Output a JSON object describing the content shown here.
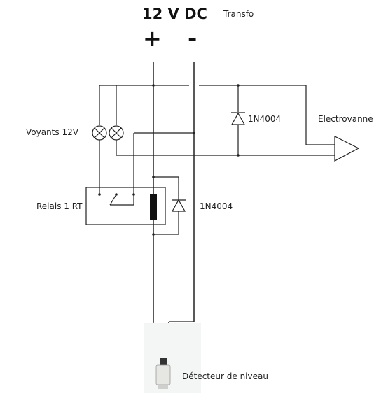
{
  "supply": {
    "voltage": "12 V DC",
    "plus": "+",
    "minus": "-",
    "source": "Transfo"
  },
  "components": {
    "lamps": "Voyants 12V",
    "relay": "Relais 1 RT",
    "diode_top": "1N4004",
    "diode_relay": "1N4004",
    "valve": "Electrovanne",
    "sensor": "Détecteur de niveau"
  }
}
